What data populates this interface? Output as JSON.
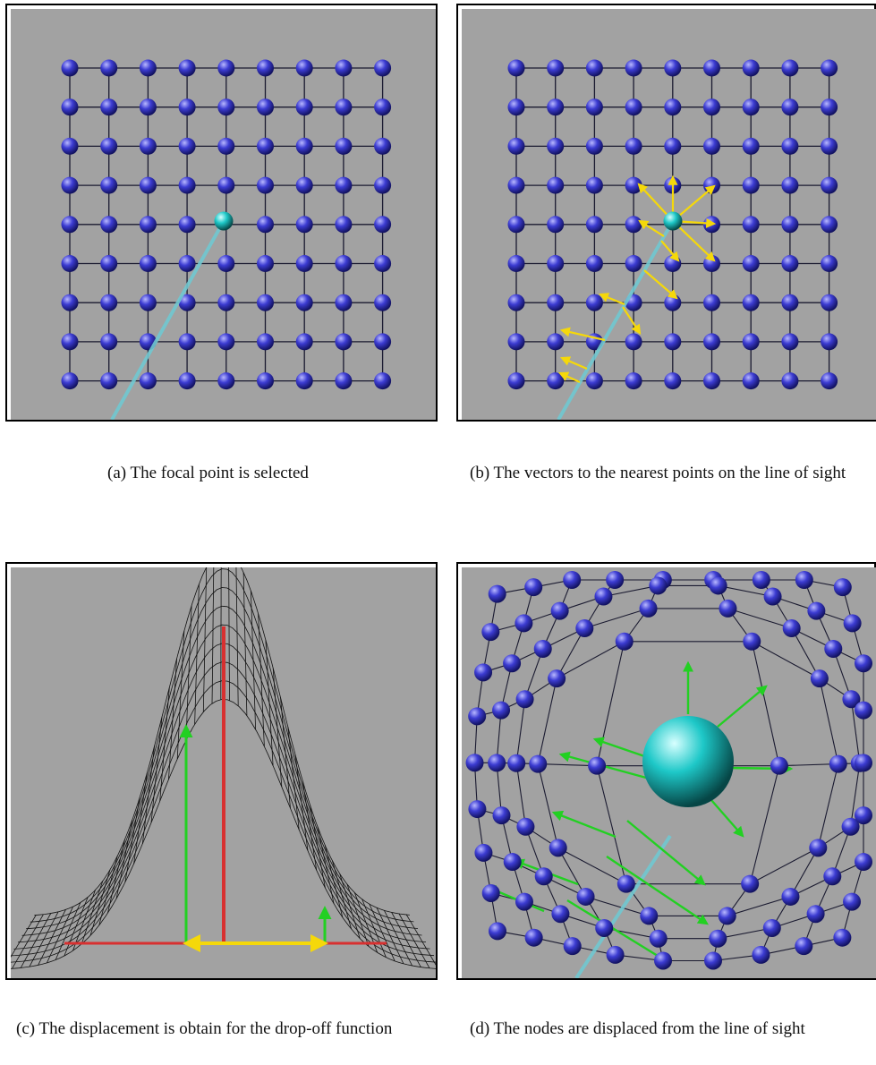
{
  "figures": [
    {
      "id": "a",
      "caption": "(a) The focal point is selected"
    },
    {
      "id": "b",
      "caption": "(b) The vectors to the nearest points on the line of sight"
    },
    {
      "id": "c",
      "caption": "(c) The displacement is obtain for the drop-off function"
    },
    {
      "id": "d",
      "caption": "(d) The nodes are displaced from the line of sight"
    }
  ],
  "colors": {
    "background": "#a2a2a2",
    "node": "#3c3cd2",
    "focal_node": "#1ec8c8",
    "line_of_sight": "#70c8d0",
    "vector": "#f5d80a",
    "displacement": "#22d022",
    "axis": "#d83030",
    "mesh": "#111111"
  },
  "grid": {
    "rows": 9,
    "cols": 9
  }
}
